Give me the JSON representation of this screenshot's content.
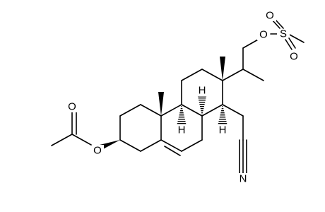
{
  "molecule": {
    "atoms": {
      "acetate_carbonyl_oxygen": "O",
      "acetate_ester_oxygen": "O",
      "mesylate_ester_oxygen": "O",
      "mesylate_sulfur": "S",
      "mesylate_oxygen_top": "O",
      "mesylate_oxygen_bottom": "O",
      "nitrile_nitrogen": "N"
    },
    "stereo_hydrogens": {
      "h_c9": "H",
      "h_c8": "H",
      "h_c14": "H"
    }
  }
}
